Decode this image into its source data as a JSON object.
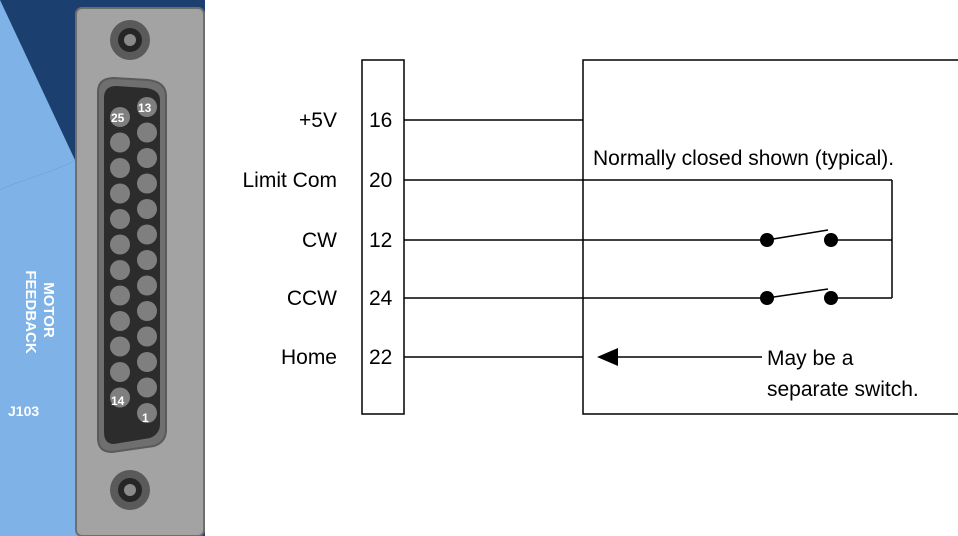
{
  "connector": {
    "panel_label": "MOTOR FEEDBACK",
    "panel_label_line1": "MOTOR",
    "panel_label_line2": "FEEDBACK",
    "connector_id": "J103",
    "pin_labels": {
      "top_left": "25",
      "top_right": "13",
      "bottom_left": "14",
      "bottom_right": "1"
    },
    "colors": {
      "panel_dark": "#1b3f6e",
      "panel_light": "#7fb2e6",
      "shell": "#9e9e9e",
      "pin": "#7f7f7f"
    }
  },
  "terminal_block": {
    "rows": [
      {
        "signal": "+5V",
        "pin": "16"
      },
      {
        "signal": "Limit Com",
        "pin": "20"
      },
      {
        "signal": "CW",
        "pin": "12"
      },
      {
        "signal": "CCW",
        "pin": "24"
      },
      {
        "signal": "Home",
        "pin": "22"
      }
    ]
  },
  "annotations": {
    "normally_closed": "Normally closed shown (typical).",
    "home_note_line1": "May be a",
    "home_note_line2": "separate switch."
  }
}
